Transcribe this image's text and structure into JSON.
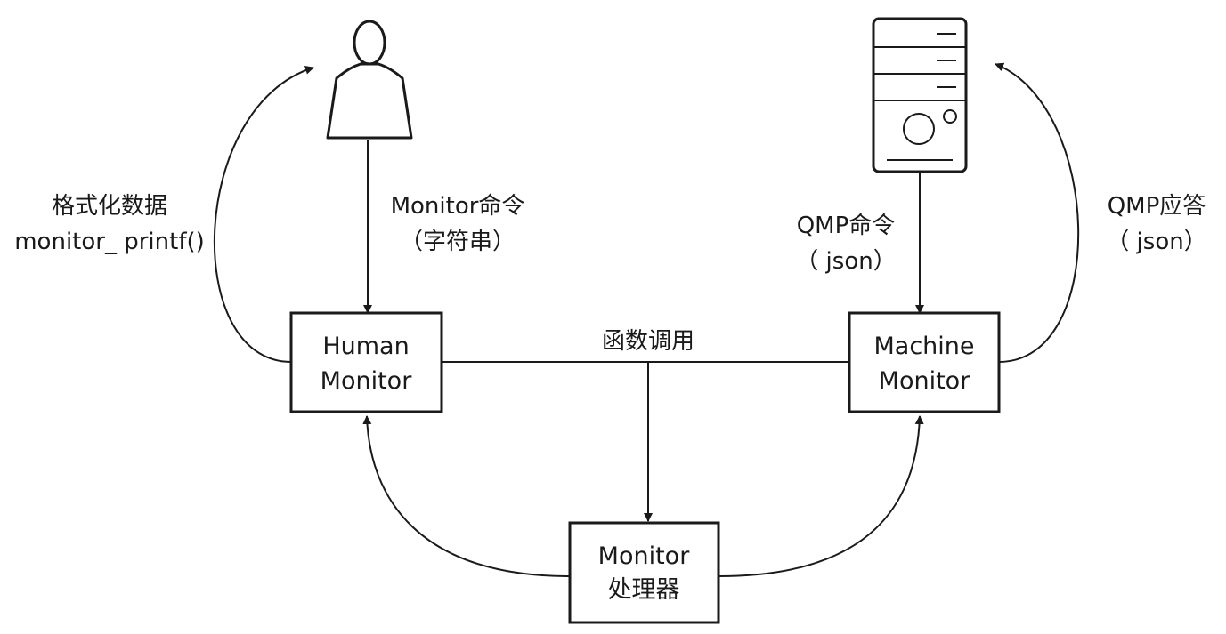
{
  "nodes": {
    "human_monitor": {
      "line1": "Human",
      "line2": "Monitor"
    },
    "machine_monitor": {
      "line1": "Machine",
      "line2": "Monitor"
    },
    "monitor_processor": {
      "line1": "Monitor",
      "line2": "处理器"
    }
  },
  "labels": {
    "format_data": {
      "line1": "格式化数据",
      "line2": "monitor_ printf()"
    },
    "monitor_command": {
      "line1": "Monitor命令",
      "line2": "（字符串）"
    },
    "qmp_command": {
      "line1": "QMP命令",
      "line2": "（ json）"
    },
    "qmp_response": {
      "line1": "QMP应答",
      "line2": "（ json）"
    },
    "function_call": "函数调用"
  },
  "icons": {
    "user": "person-icon",
    "client": "computer-tower-icon"
  },
  "colors": {
    "stroke": "#1a1a1a",
    "background": "#ffffff"
  }
}
